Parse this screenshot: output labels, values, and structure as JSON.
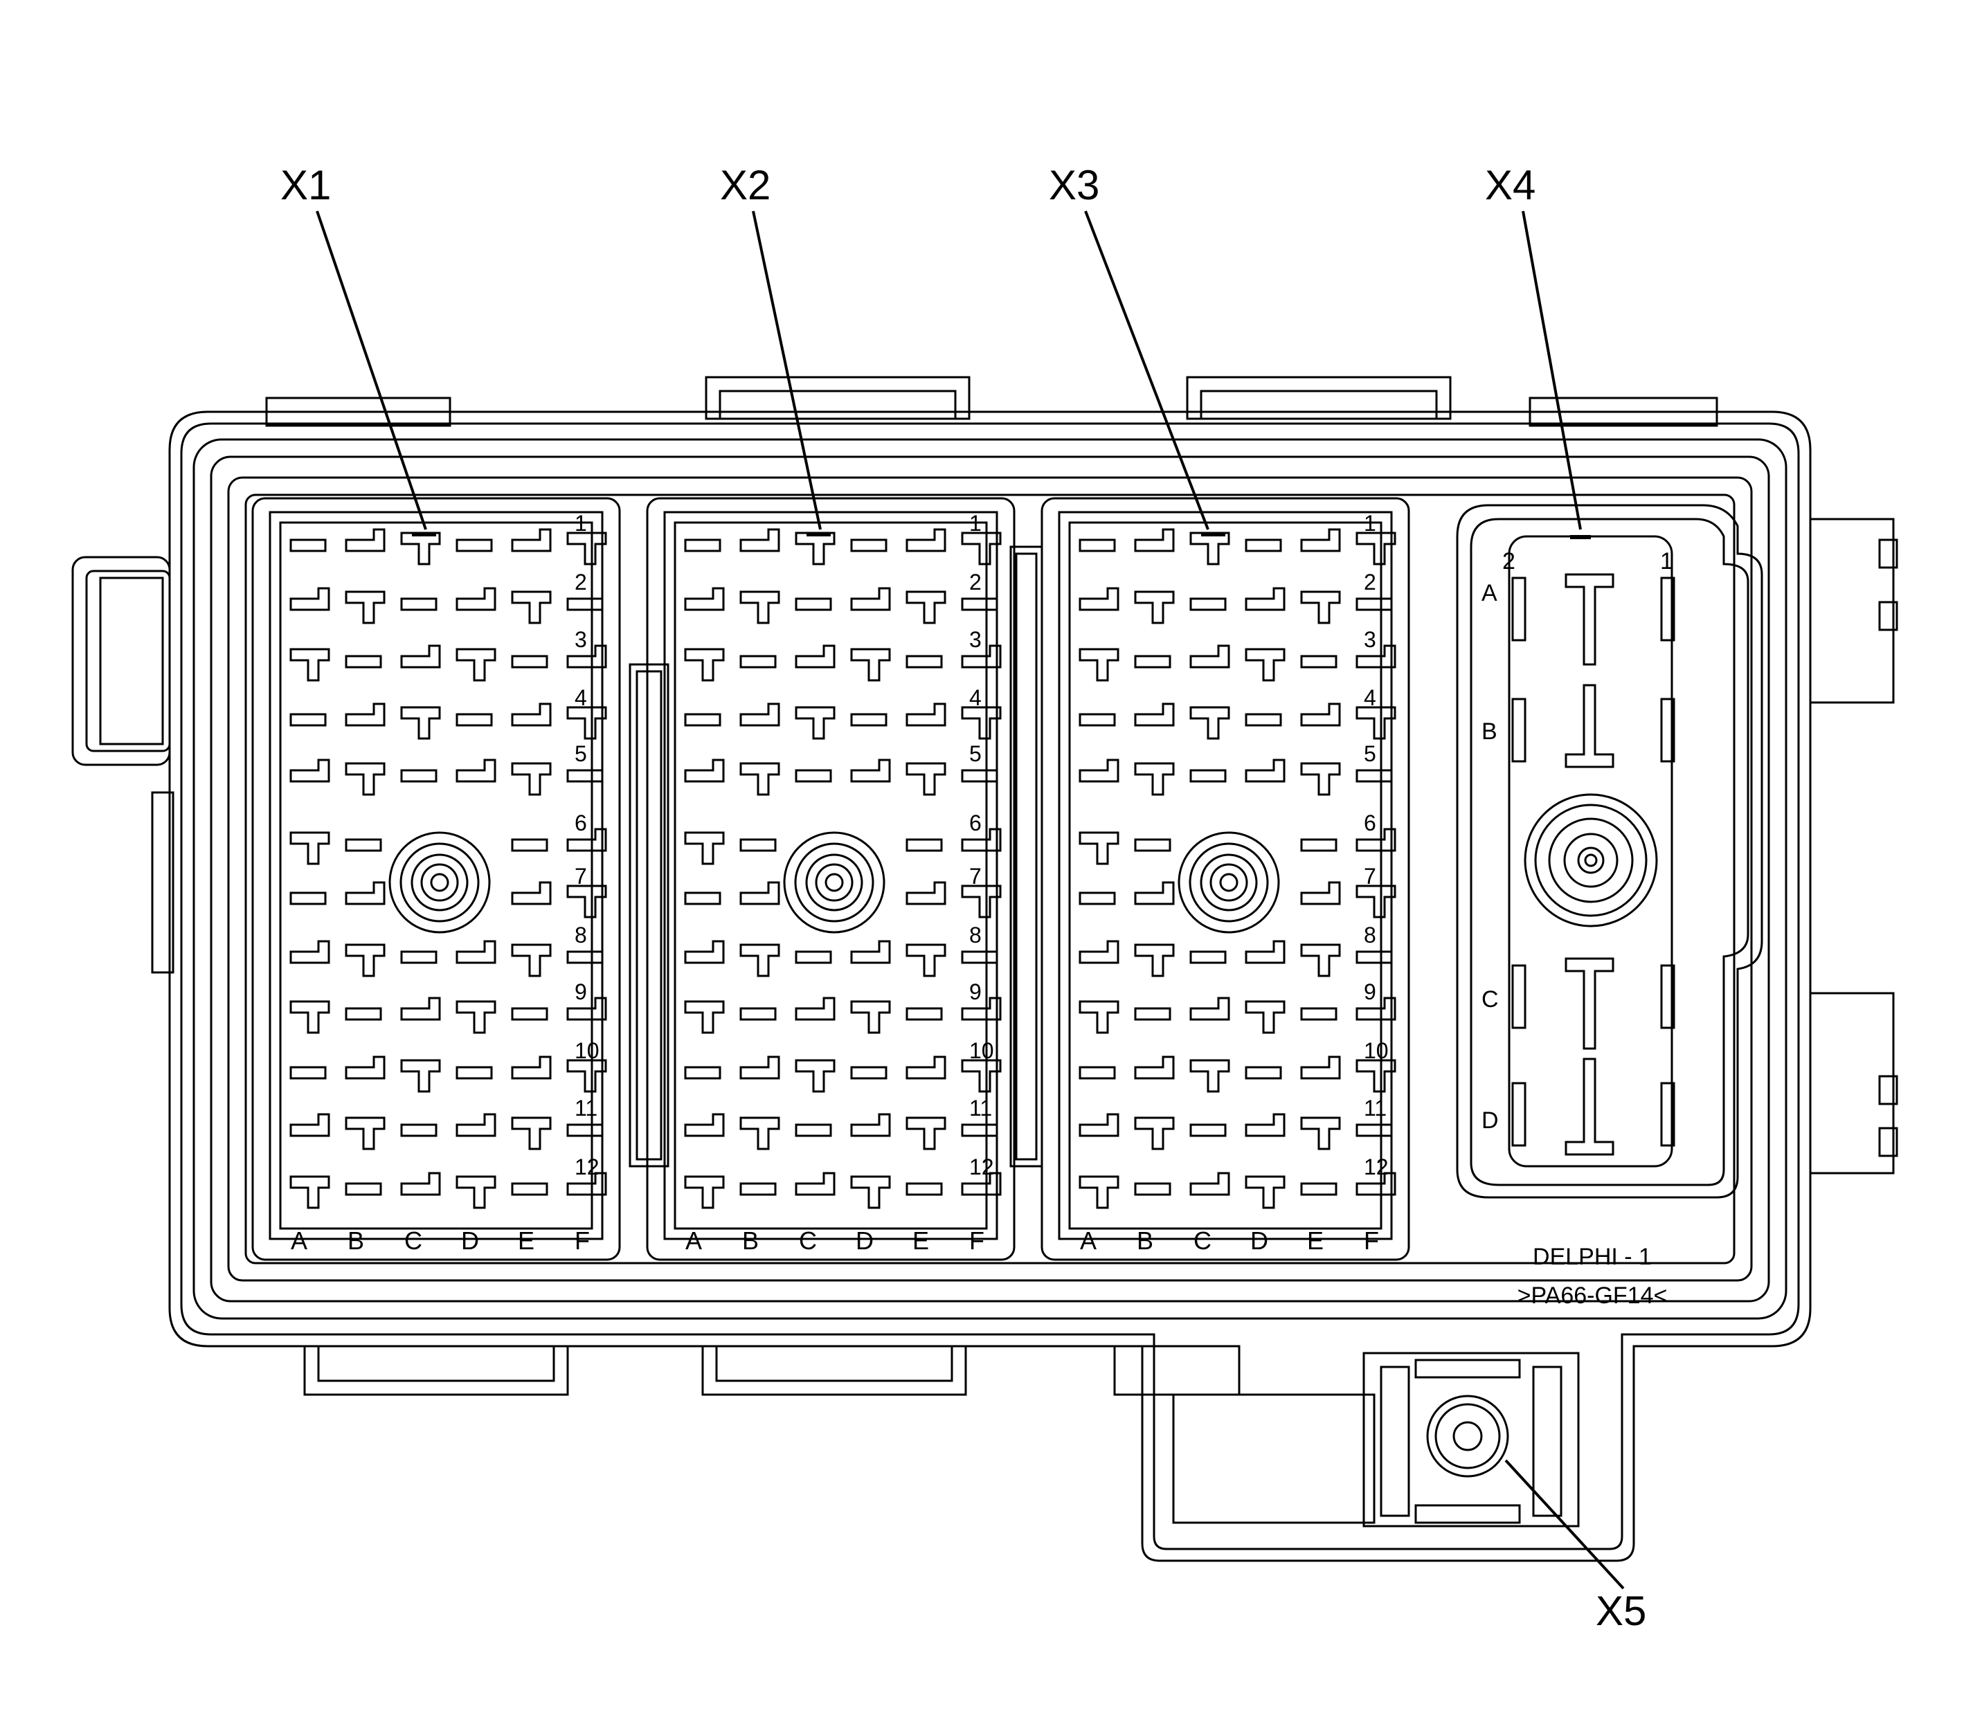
{
  "callouts": {
    "x1": "X1",
    "x2": "X2",
    "x3": "X3",
    "x4": "X4",
    "x5": "X5"
  },
  "connector_rows": [
    "1",
    "2",
    "3",
    "4",
    "5",
    "6",
    "7",
    "8",
    "9",
    "10",
    "11",
    "12"
  ],
  "connector_columns": [
    "A",
    "B",
    "C",
    "D",
    "E",
    "F"
  ],
  "x4_cavities": {
    "columns": [
      "2",
      "1"
    ],
    "rows": [
      "A",
      "B",
      "C",
      "D"
    ]
  },
  "markings": {
    "manufacturer": "DELPHI - 1",
    "material": ">PA66-GF14<"
  },
  "colors": {
    "line": "#000000",
    "background": "#ffffff"
  }
}
